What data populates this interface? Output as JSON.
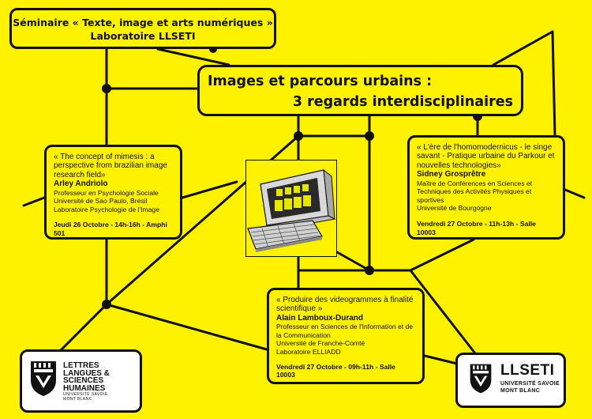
{
  "seminar": {
    "line1": "Séminaire « Texte, image et arts numériques »",
    "line2": "Laboratoire LLSETI"
  },
  "main_title": {
    "line1": "Images et parcours urbains :",
    "line2": "3 regards interdisciplinaires"
  },
  "talks": {
    "left": {
      "title": "« The concept of mimesis : a perspective from brazilian image research field»",
      "speaker": "Arley Andriolo",
      "affiliations": [
        "Professeur en Psychologie Sociale",
        "Université de Sao Paulo, Brésil",
        "Laboratoire Psychologie de l'Image"
      ],
      "schedule": "Jeudi 26 Octobre - 14h-16h - Amphi 501"
    },
    "right": {
      "title": "« L'ère de l'homomodernicus - le singe savant - Pratique urbaine du Parkour et nouvelles technologies»",
      "speaker": "Sidney Grosprêtre",
      "affiliations": [
        "Maître de Conférences en Sciences et Techniques des Activités Physiques et sportives",
        "Université de Bourgogne"
      ],
      "schedule": "Vendredi 27 Octobre - 11h-13h - Salle 10003"
    },
    "bottom": {
      "title": "« Produire des videogrammes à finalité scientifique »",
      "speaker": "Alain Lamboux-Durand",
      "affiliations": [
        "Professeur en Sciences de l'Information et de la Communication",
        "Université de Franche-Comté",
        "Laboratoire ELLIADD"
      ],
      "schedule": "Vendredi 27 Octobre - 09h-11h - Salle 10003"
    }
  },
  "logos": {
    "left": {
      "lines": [
        "LETTRES",
        "LANGUES &",
        "SCIENCES HUMAINES"
      ],
      "sub1": "UNIVERSITÉ SAVOIE",
      "sub2": "MONT BLANC"
    },
    "right": {
      "name": "LLSETI",
      "sub1": "UNIVERSITÉ SAVOIE",
      "sub2": "MONT BLANC"
    }
  },
  "colors": {
    "background": "#fff200",
    "ink": "#111111"
  },
  "icons": [
    "shield-icon",
    "retro-computer-illustration"
  ]
}
